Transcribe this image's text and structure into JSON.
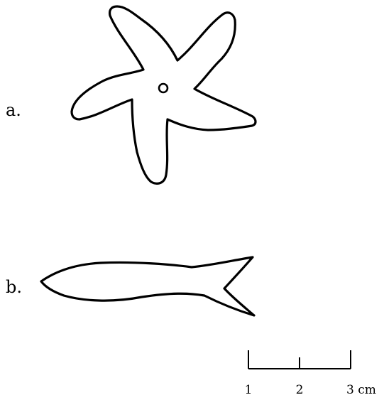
{
  "figure": {
    "panels": [
      {
        "id": "a",
        "label": "a.",
        "shape": "starfish"
      },
      {
        "id": "b",
        "label": "b.",
        "shape": "fish"
      }
    ],
    "scale_bar": {
      "ticks": [
        "1",
        "2",
        "3 cm"
      ]
    },
    "colors": {
      "stroke": "#000000",
      "background": "#ffffff"
    }
  }
}
